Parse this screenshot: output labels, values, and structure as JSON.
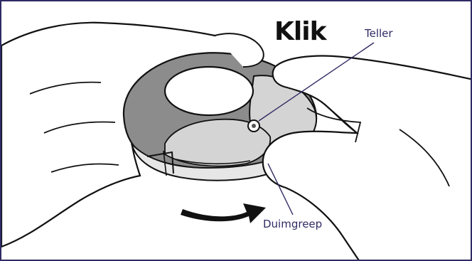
{
  "figure": {
    "action_text": "Klik",
    "labels": {
      "counter": "Teller",
      "thumb_grip": "Duimgreep"
    },
    "colors": {
      "border": "#2f2a63",
      "label_text": "#2f2a63",
      "outline": "#111111",
      "device_dark_gray": "#8c8c8c",
      "device_light_gray": "#d4d4d4",
      "skin_fill": "#ffffff"
    }
  }
}
